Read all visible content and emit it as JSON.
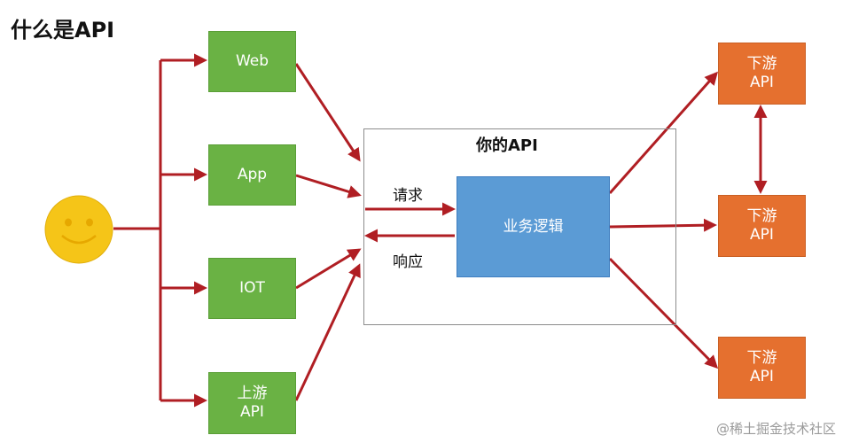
{
  "title": "什么是API",
  "clients": {
    "web": "Web",
    "app": "App",
    "iot": "IOT",
    "upstream": [
      "上游",
      "API"
    ]
  },
  "your_api": {
    "title": "你的API",
    "request_label": "请求",
    "response_label": "响应",
    "business_logic": "业务逻辑"
  },
  "downstream": [
    [
      "下游",
      "API"
    ],
    [
      "下游",
      "API"
    ],
    [
      "下游",
      "API"
    ]
  ],
  "watermark": "@稀土掘金技术社区",
  "colors": {
    "client_box": "#6ab244",
    "downstream_box": "#e5702f",
    "logic_box": "#5b9bd5",
    "arrow": "#b01e23",
    "smiley": "#f5c518"
  }
}
